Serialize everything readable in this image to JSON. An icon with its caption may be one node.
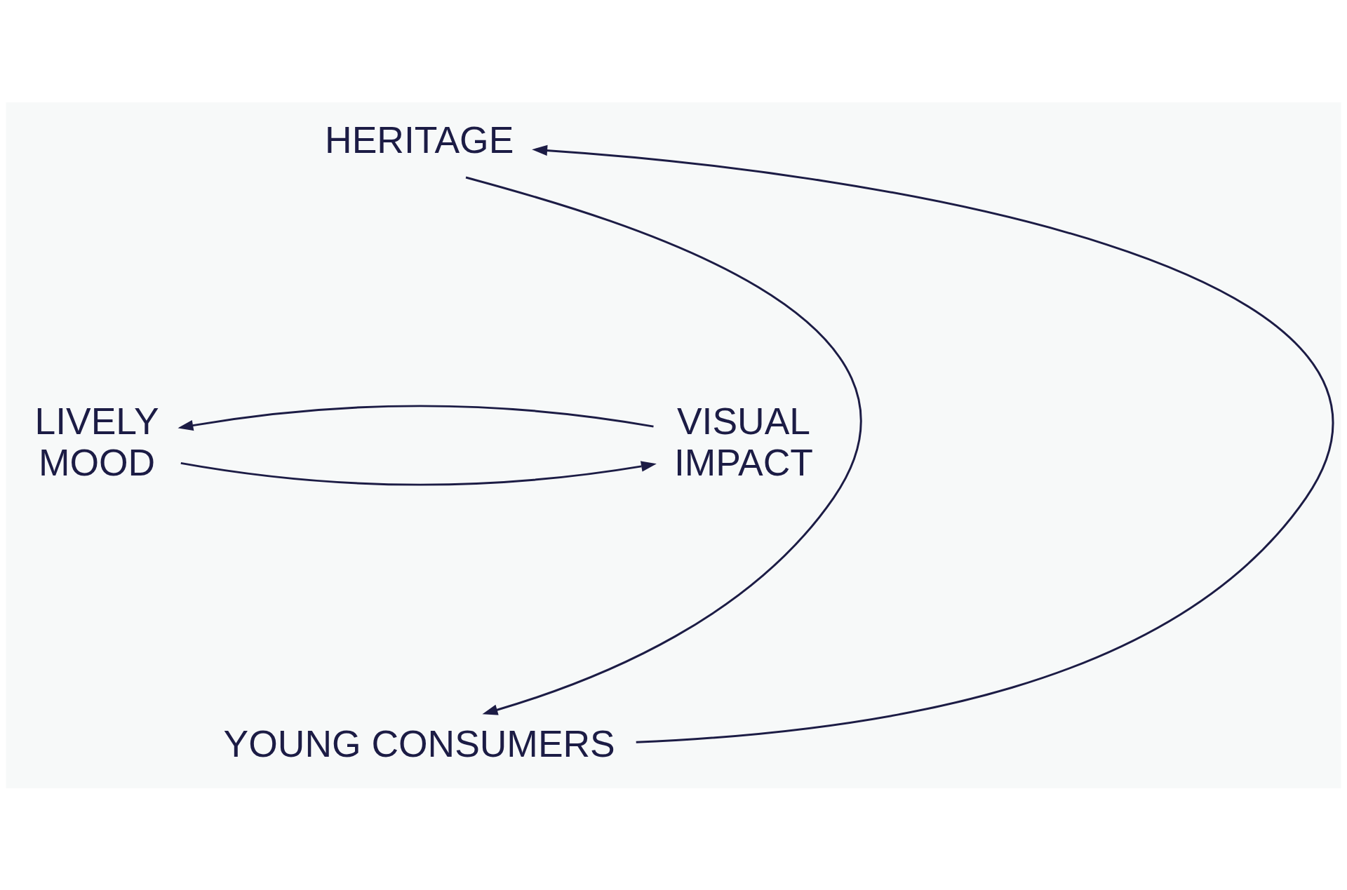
{
  "diagram": {
    "nodes": [
      {
        "text": [
          "HERITAGE"
        ]
      },
      {
        "text": [
          "LIVELY MOOD"
        ]
      },
      {
        "text": [
          "VISUAL IMPACT"
        ]
      },
      {
        "text": [
          "YOUNG CONSUMERS"
        ]
      }
    ],
    "edges": [
      {
        "from": 3,
        "to": 0,
        "arrow": "to"
      },
      {
        "from": 0,
        "to": 3,
        "arrow": "to"
      },
      {
        "from": 1,
        "to": 2,
        "arrow": "to"
      },
      {
        "from": 2,
        "to": 1,
        "arrow": "to"
      }
    ]
  }
}
